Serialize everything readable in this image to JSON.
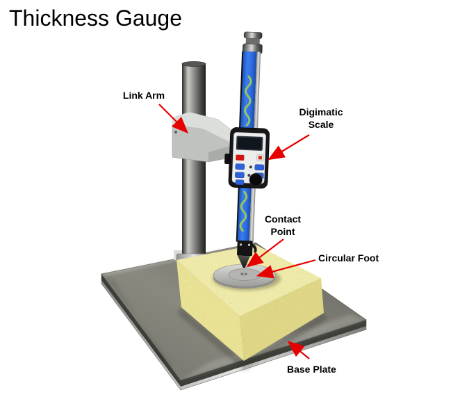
{
  "title": "Thickness Gauge",
  "labels": {
    "link_arm": "Link Arm",
    "digimatic_scale": "Digimatic\nScale",
    "contact_point": "Contact\nPoint",
    "circular_foot": "Circular Foot",
    "base_plate": "Base Plate"
  },
  "colors": {
    "arrow": "#e60000",
    "label_text": "#000000",
    "scale_column_blue": "#2f6fe0",
    "pattern_green": "#9ccf52",
    "foam_yellow": "#f2eda1",
    "plate_gray": "#7e7d76",
    "pole_gray": "#6a6a6a",
    "arm_gray": "#c2c6c2",
    "foot_silver": "#b9b9b6",
    "device_body_black": "#17171a"
  }
}
